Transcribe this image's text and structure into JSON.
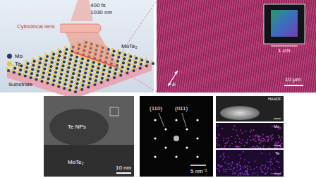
{
  "diagram": {
    "labels": [
      "400 fs",
      "1030 nm",
      "Cylindrical lens",
      "MoTe₂",
      "Substrate",
      "E",
      "1 cm",
      "10 μm",
      "Te NPs",
      "MoTe₂",
      "10 nm",
      "(110)",
      "(011)",
      "5 nm⁻¹",
      "HAADF",
      "Mo",
      "Te"
    ],
    "legend": [
      {
        "text": "Mo",
        "color": "#2a3a5c"
      },
      {
        "text": "Te",
        "color": "#e9c53a"
      }
    ]
  }
}
